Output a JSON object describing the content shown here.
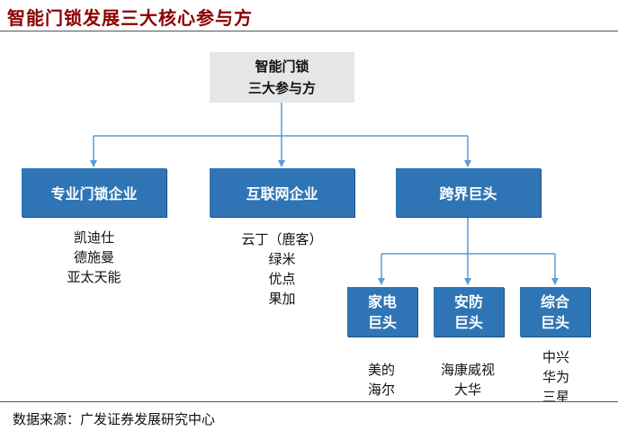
{
  "header": {
    "title": "智能门锁发展三大核心参与方"
  },
  "diagram": {
    "root": {
      "line1": "智能门锁",
      "line2": "三大参与方"
    },
    "categories": [
      {
        "label": "专业门锁企业",
        "members": [
          "凯迪仕",
          "德施曼",
          "亚太天能"
        ]
      },
      {
        "label": "互联网企业",
        "members": [
          "云丁（鹿客）",
          "绿米",
          "优点",
          "果加"
        ]
      },
      {
        "label": "跨界巨头"
      }
    ],
    "subcategories": [
      {
        "line1": "家电",
        "line2": "巨头",
        "members": [
          "美的",
          "海尔"
        ]
      },
      {
        "line1": "安防",
        "line2": "巨头",
        "members": [
          "海康威视",
          "大华"
        ]
      },
      {
        "line1": "综合",
        "line2": "巨头",
        "members": [
          "中兴",
          "华为",
          "三星"
        ]
      }
    ]
  },
  "footer": {
    "source": "数据来源：广发证券发展研究中心"
  },
  "colors": {
    "box": "#2f75b5",
    "connector": "#5b9bd5",
    "title": "#8b0000",
    "root_bg": "#e6e6e6"
  }
}
